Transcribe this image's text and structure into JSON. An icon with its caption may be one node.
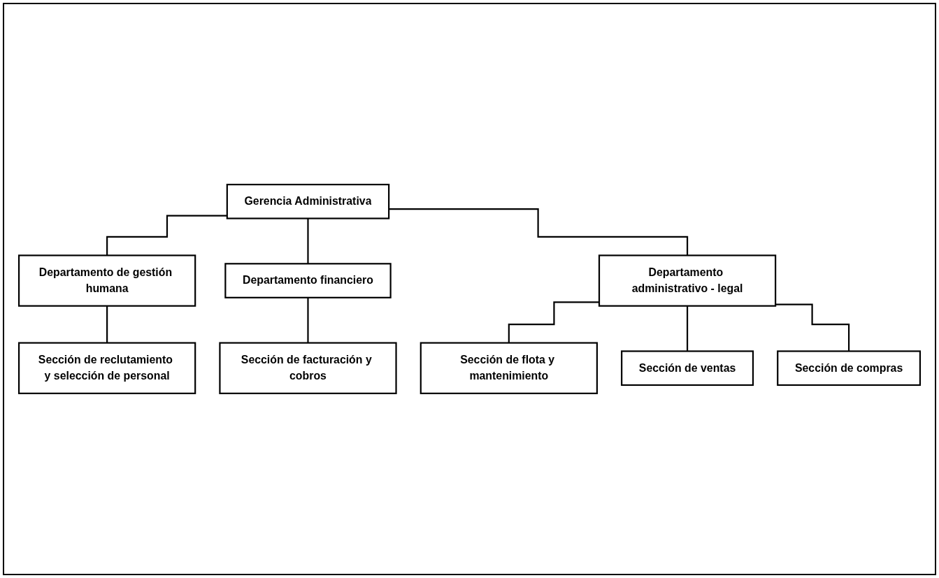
{
  "diagram": {
    "nodes": [
      {
        "text": [
          "Gerencia Administrativa"
        ]
      },
      {
        "text": [
          "Departamento de gestión humana"
        ]
      },
      {
        "text": [
          "Departamento financiero"
        ]
      },
      {
        "text": [
          "Departamento administrativo - legal"
        ]
      },
      {
        "text": [
          "Sección de reclutamiento y selección de personal"
        ]
      },
      {
        "text": [
          "Sección de facturación y cobros"
        ]
      },
      {
        "text": [
          "Sección de flota y mantenimiento"
        ]
      },
      {
        "text": [
          "Sección de ventas"
        ]
      },
      {
        "text": [
          "Sección de compras"
        ]
      }
    ],
    "edges": [
      {
        "from": 0,
        "to": 1,
        "arrow": "none"
      },
      {
        "from": 0,
        "to": 2,
        "arrow": "none"
      },
      {
        "from": 0,
        "to": 3,
        "arrow": "none"
      },
      {
        "from": 1,
        "to": 4,
        "arrow": "none"
      },
      {
        "from": 2,
        "to": 5,
        "arrow": "none"
      },
      {
        "from": 3,
        "to": 6,
        "arrow": "none"
      },
      {
        "from": 3,
        "to": 7,
        "arrow": "none"
      },
      {
        "from": 3,
        "to": 8,
        "arrow": "none"
      }
    ]
  }
}
